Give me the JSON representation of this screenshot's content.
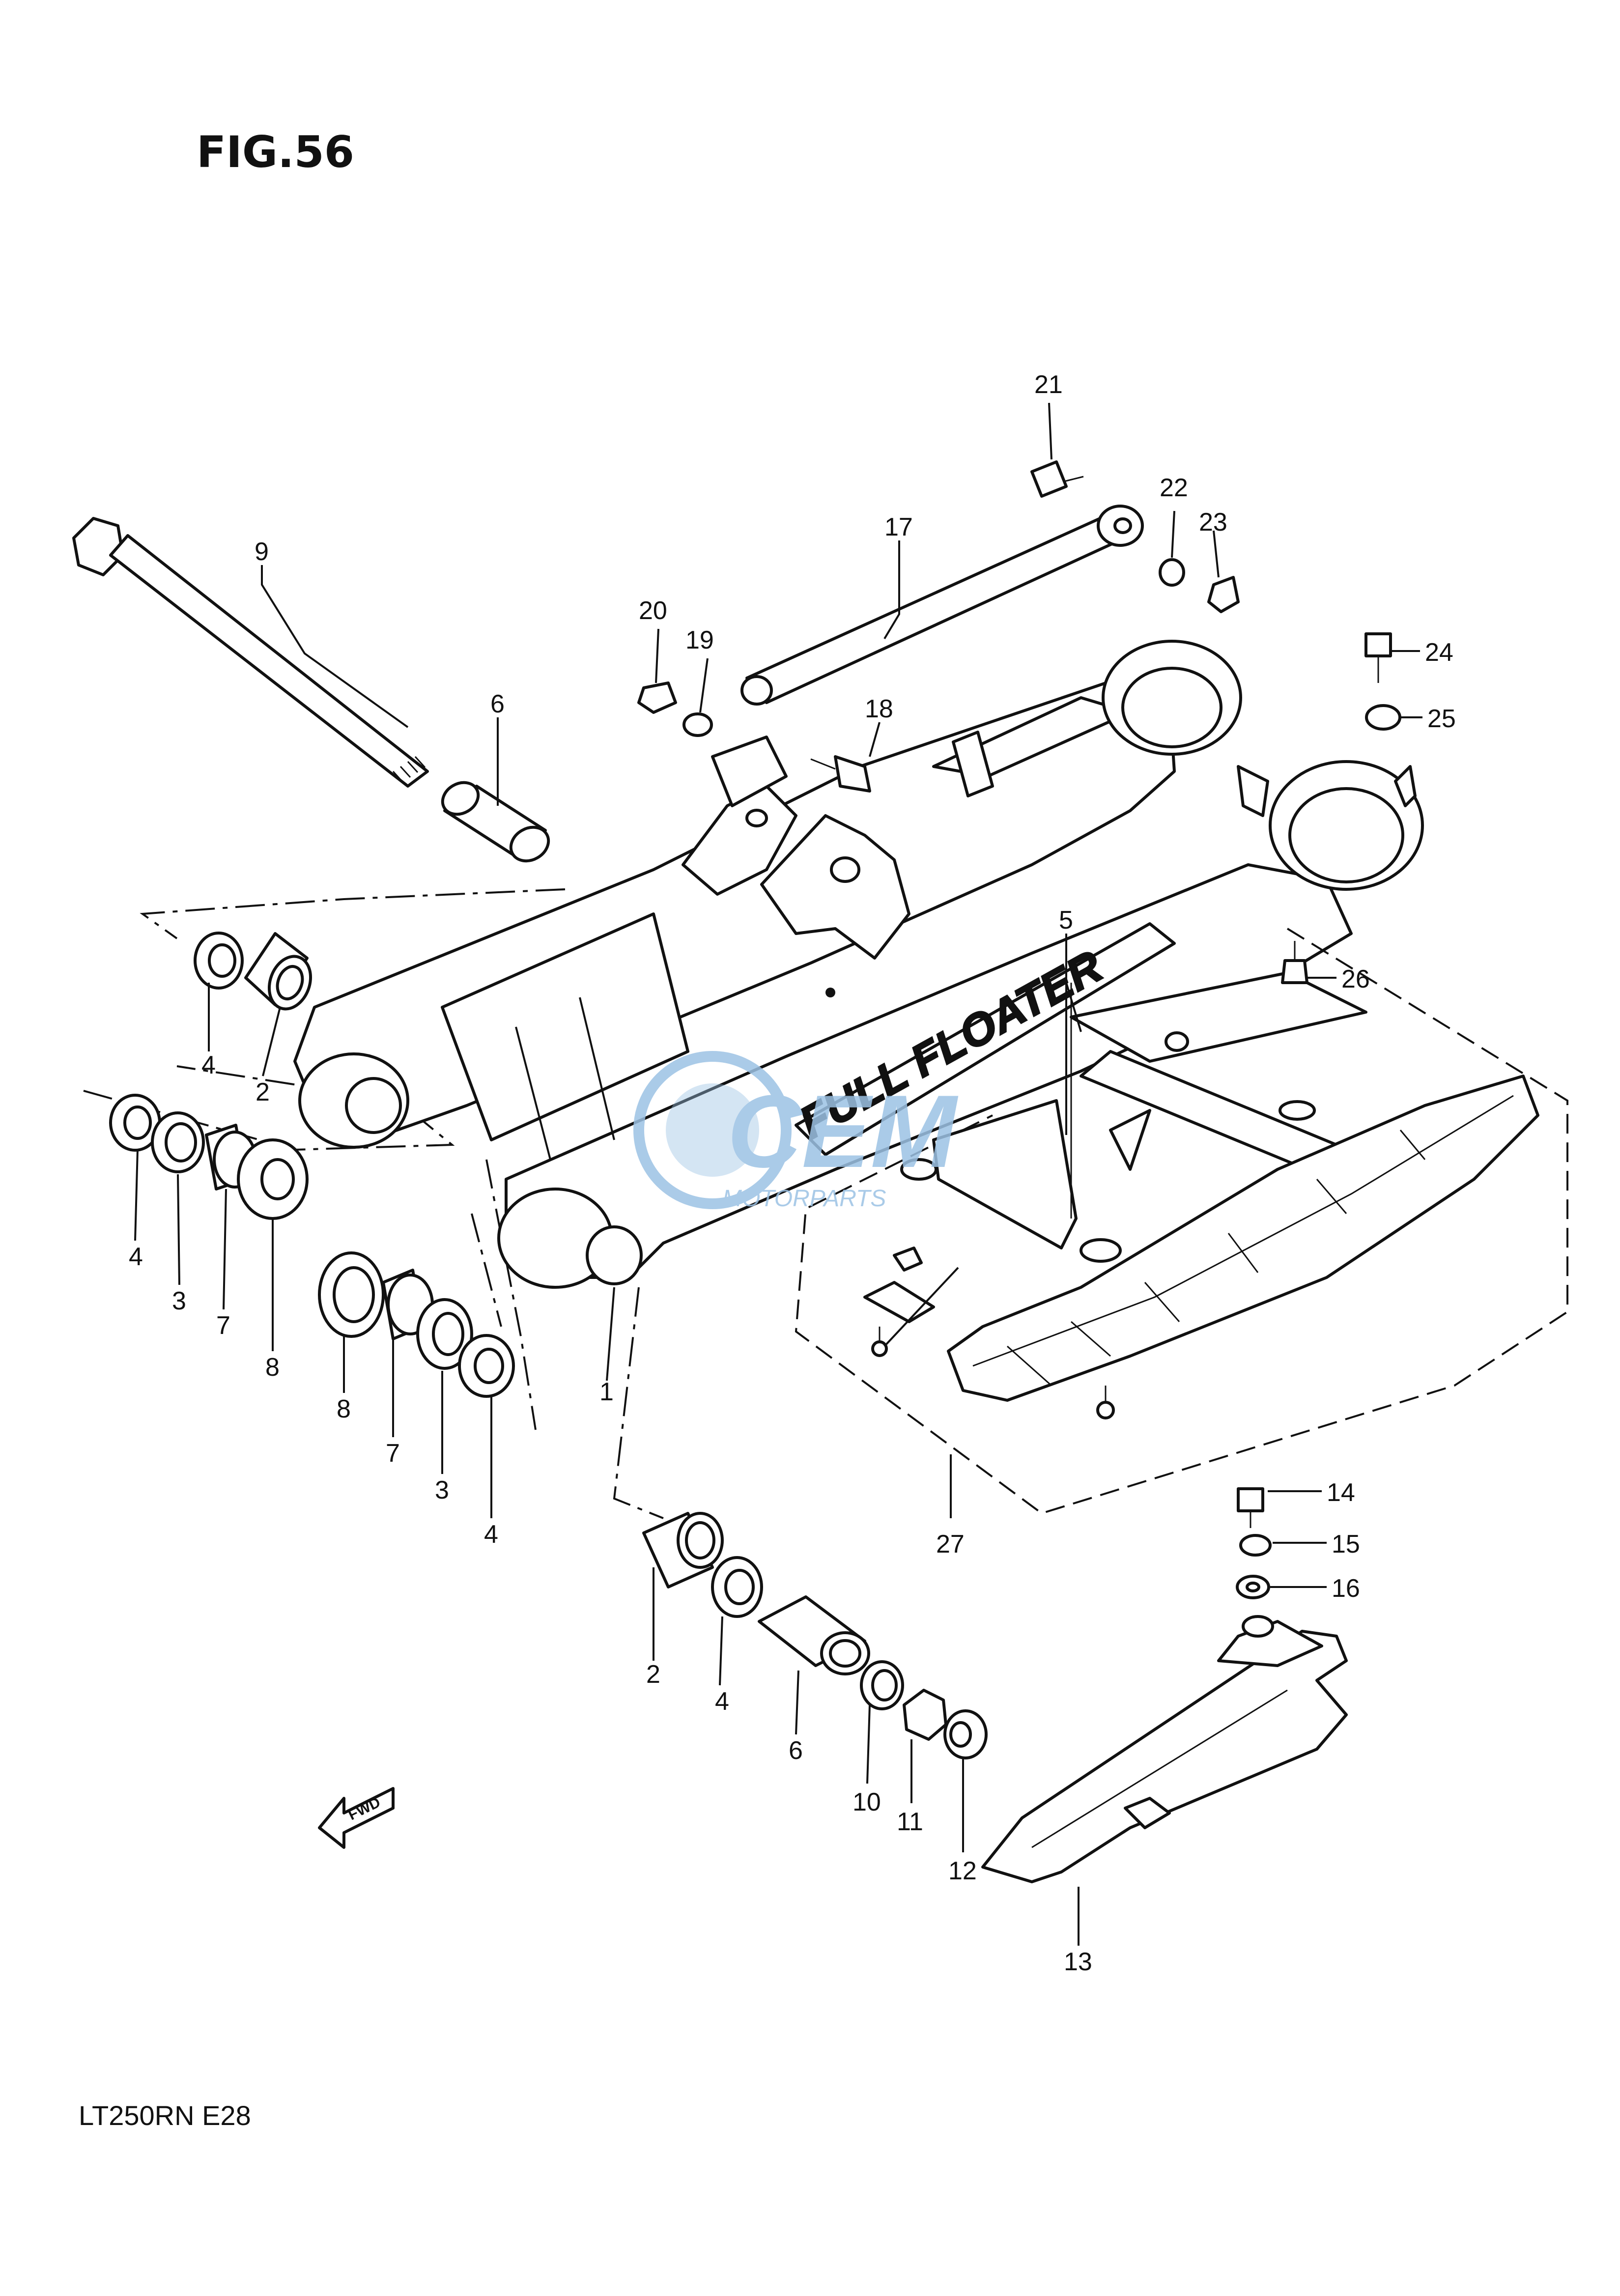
{
  "figure": {
    "title": "FIG.56",
    "model_code": "LT250RN  E28"
  },
  "callouts": {
    "c1": "1",
    "c2a": "2",
    "c2b": "2",
    "c3a": "3",
    "c3b": "3",
    "c4a": "4",
    "c4b": "4",
    "c4c": "4",
    "c4d": "4",
    "c5": "5",
    "c6a": "6",
    "c6b": "6",
    "c7a": "7",
    "c7b": "7",
    "c8a": "8",
    "c8b": "8",
    "c9": "9",
    "c10": "10",
    "c11": "11",
    "c12": "12",
    "c13": "13",
    "c14": "14",
    "c15": "15",
    "c16": "16",
    "c17": "17",
    "c18": "18",
    "c19": "19",
    "c20": "20",
    "c21": "21",
    "c22": "22",
    "c23": "23",
    "c24": "24",
    "c25": "25",
    "c26": "26",
    "c27": "27"
  },
  "swingarm_lettering": "FULL FLOATER",
  "fwd_arrow_label": "FWD",
  "watermark": {
    "brand": "CEM",
    "sub": "MOTORPARTS",
    "color": "#9cc2e4"
  },
  "icons": [
    "fwd-arrow-icon",
    "watermark-logo"
  ]
}
